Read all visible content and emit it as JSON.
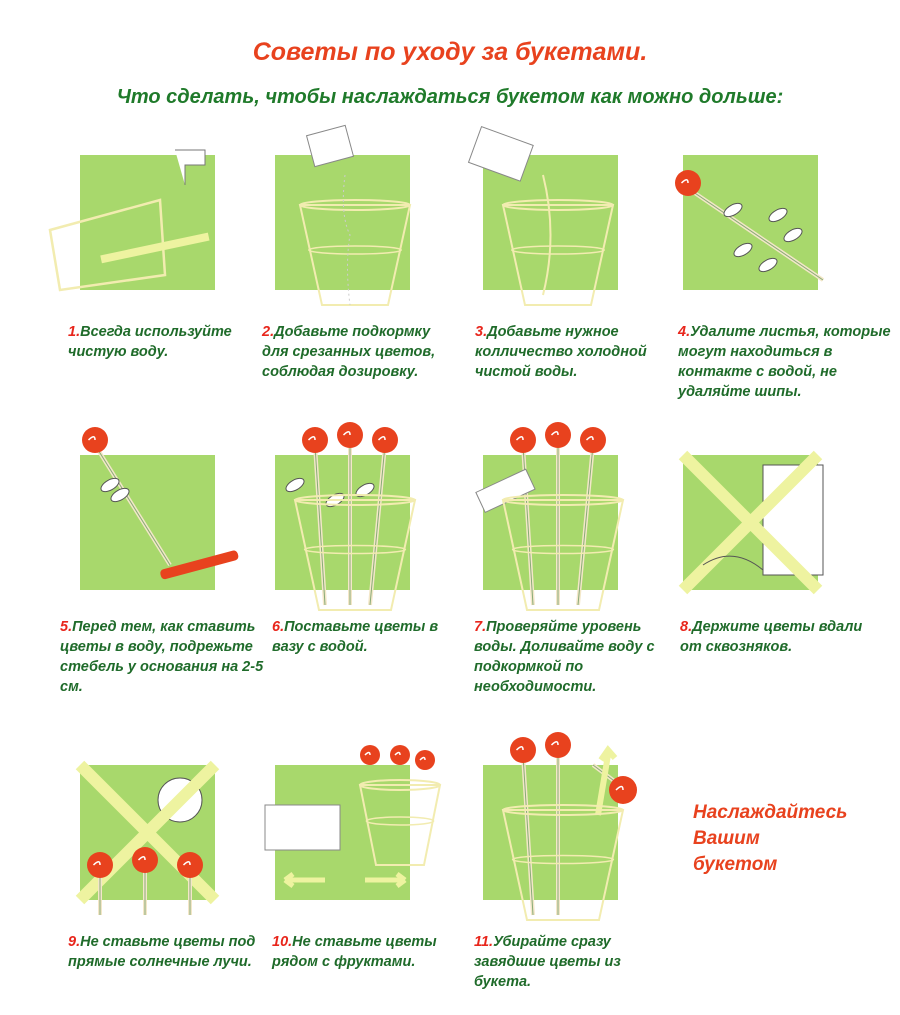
{
  "header": {
    "title": "Советы по уходу за букетами.",
    "subtitle": "Что сделать, чтобы наслаждаться букетом как можно дольше:"
  },
  "tips": [
    {
      "num": "1.",
      "text": "Всегда используйте чистую воду."
    },
    {
      "num": "2.",
      "text": "Добавьте подкормку для срезанных цветов, соблюдая дозировку."
    },
    {
      "num": "3.",
      "text": "Добавьте нужное колличество холодной чистой воды."
    },
    {
      "num": "4.",
      "text": "Удалите листья, которые могут находиться в контакте с водой, не удаляйте шипы."
    },
    {
      "num": "5.",
      "text": "Перед тем, как ставить цветы в воду, подрежьте стебель у основания на 2-5 см."
    },
    {
      "num": "6.",
      "text": "Поставьте цветы в вазу с водой."
    },
    {
      "num": "7.",
      "text": "Проверяйте уровень воды. Доливайте воду с подкормкой по необходимости."
    },
    {
      "num": "8.",
      "text": "Держите цветы вдали от сквозняков."
    },
    {
      "num": "9.",
      "text": "Не ставьте цветы под прямые солнечные лучи."
    },
    {
      "num": "10.",
      "text": "Не ставьте цветы рядом с фруктами."
    },
    {
      "num": "11.",
      "text": "Убирайте сразу завядшие цветы из букета."
    }
  ],
  "final": {
    "line1": "Наслаждайтесь",
    "line2": "Вашим",
    "line3": "букетом"
  },
  "colors": {
    "green": "#a8d86c",
    "red": "#e8421e",
    "darkgreen": "#1f6b2a",
    "outline": "#f2ecb0"
  }
}
